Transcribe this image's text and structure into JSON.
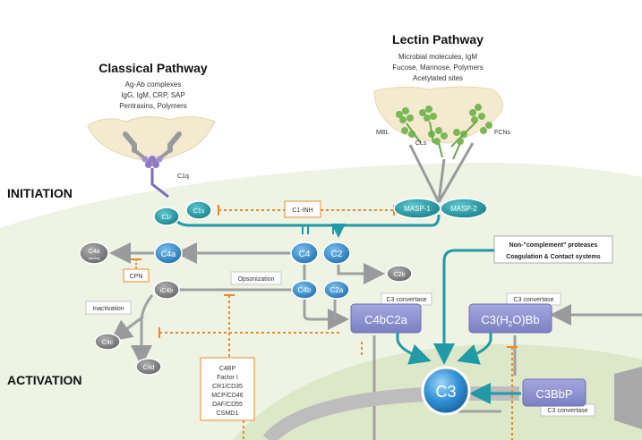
{
  "headings": {
    "classical": "Classical Pathway",
    "lectin": "Lectin Pathway",
    "initiation": "INITIATION",
    "activation": "ACTIVATION"
  },
  "classical_triggers": [
    "Ag-Ab complexes",
    "IgG, IgM, CRP, SAP",
    "Pentraxins, Polymers"
  ],
  "lectin_triggers": [
    "Microbial molecules, IgM",
    "Fucose, Mannose, Polymers",
    "Acetylated sites"
  ],
  "labels": {
    "c1q": "C1q",
    "mbl": "MBL",
    "cls": "CLs",
    "fcns": "FCNs",
    "c1_inh": "C1-INH",
    "cpn": "CPN",
    "opsonization": "Opsonization",
    "inactivation": "Inactivation",
    "c3_convertase_1": "C3 convertase",
    "c3_convertase_2": "C3 convertase",
    "c3_convertase_3": "C3 convertase"
  },
  "nodes": {
    "c1r": "C1r",
    "c1s": "C1s",
    "masp1": "MASP-1",
    "masp2": "MASP-2",
    "c4": "C4",
    "c2": "C2",
    "c4a": "C4a",
    "c4b": "C4b",
    "c2a": "C2a",
    "c2b": "C2b",
    "ic4b": "iC4b",
    "c4c": "C4c",
    "c4d": "C4d",
    "c3": "C3",
    "c4a_desarg_top": "C4a",
    "c4a_desarg_bottom": "desArg"
  },
  "complexes": {
    "c4bc2a": "C4bC2a",
    "c3h2obb_pre": "C3(H",
    "c3h2obb_sub": "2",
    "c3h2obb_post": "O)Bb",
    "c3bbp": "C3BbP"
  },
  "proteases": [
    "Non-\"complement\" proteases",
    "Coagulation & Contact systems"
  ],
  "regulators": [
    "C4BP",
    "Factor I",
    "CR1/CD35",
    "MCP/CD46",
    "DAF/CD55",
    "CSMD1"
  ],
  "colors": {
    "teal": "#1f9aa6",
    "blue": "#2f86c8",
    "purple": "#8a8fcf",
    "grey": "#8a8a8a",
    "orange": "#e8892a",
    "green_bg": "#e8efda"
  }
}
